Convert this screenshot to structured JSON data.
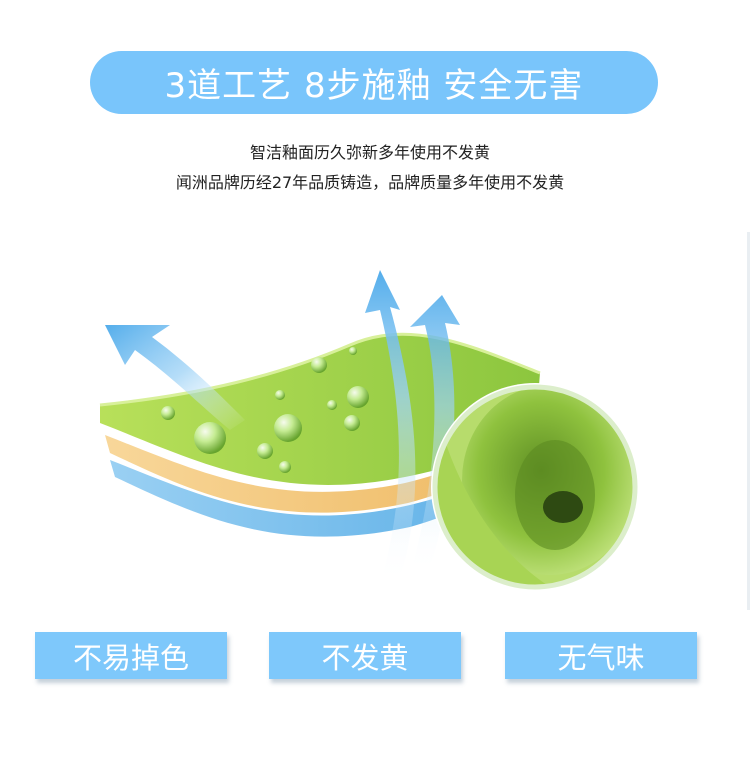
{
  "banner": {
    "title": "3道工艺 8步施釉 安全无害"
  },
  "intro": {
    "line1": "智洁釉面历久弥新多年使用不发黄",
    "line2": "闻洲品牌历经27年品质铸造，品牌质量多年使用不发黄"
  },
  "illustration": {
    "icons": [
      "glaze-layers-icon",
      "water-droplet-icon",
      "airflow-arrow-icon",
      "toilet-bowl-closeup-icon"
    ],
    "colors": {
      "top_layer": "#a6d648",
      "middle_layer": "#f4c77e",
      "bottom_layer": "#7fc3ef",
      "arrows": "#5cb4ee",
      "bowl": "#9acb3c"
    }
  },
  "features": [
    {
      "label": "不易掉色"
    },
    {
      "label": "不发黄"
    },
    {
      "label": "无气味"
    }
  ],
  "colors": {
    "accent": "#79c5fb",
    "text": "#222222",
    "background": "#ffffff"
  }
}
